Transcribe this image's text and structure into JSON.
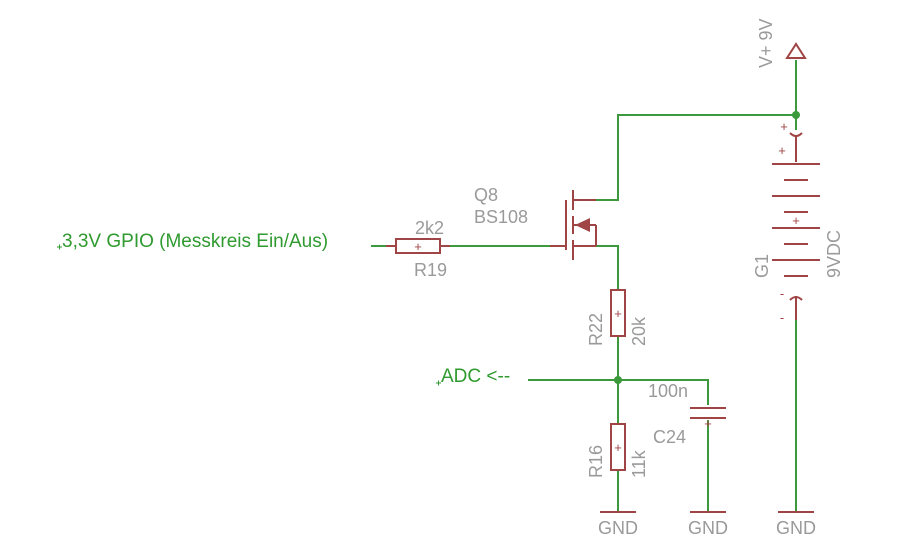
{
  "nets": {
    "gpio": "3,3V GPIO (Messkreis Ein/Aus)",
    "adc": "ADC <--"
  },
  "components": {
    "r19": {
      "name": "R19",
      "value": "2k2"
    },
    "q8": {
      "name": "Q8",
      "value": "BS108"
    },
    "r22": {
      "name": "R22",
      "value": "20k"
    },
    "r16": {
      "name": "R16",
      "value": "11k"
    },
    "c24": {
      "name": "C24",
      "value": "100n"
    },
    "g1": {
      "name": "G1",
      "value": "9VDC"
    }
  },
  "supply": {
    "label": "V+ 9V"
  },
  "grounds": [
    "GND",
    "GND",
    "GND"
  ],
  "colors": {
    "wire": "#3c9a3c",
    "part": "#a04545",
    "label": "#9a9a9a"
  }
}
